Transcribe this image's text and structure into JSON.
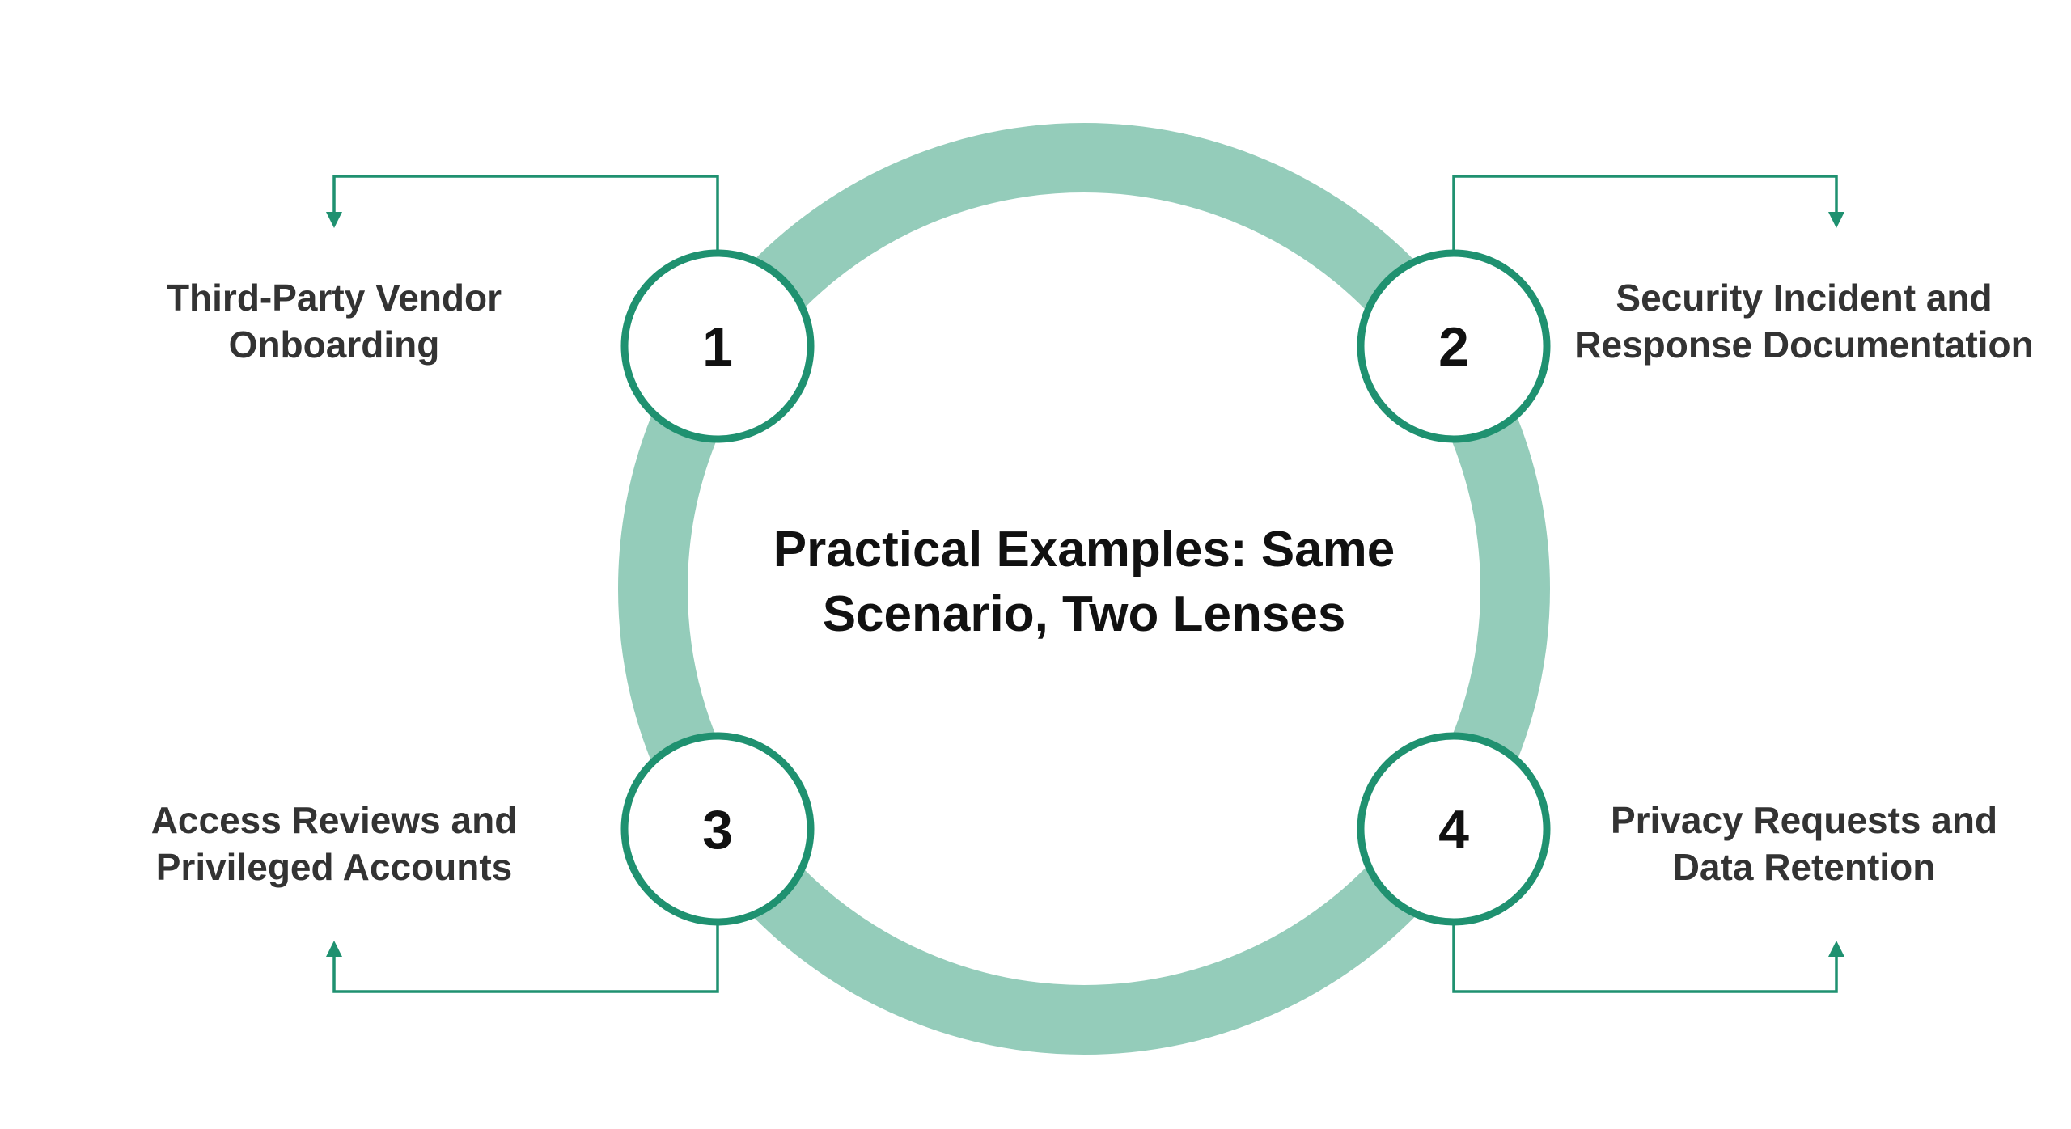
{
  "title": {
    "line1": "Practical Examples: Same",
    "line2": "Scenario, Two Lenses"
  },
  "colors": {
    "ring": "#94ccba",
    "accent": "#1f9170",
    "node_fill": "#ffffff",
    "text_dark": "#111111",
    "text_label": "#333333"
  },
  "steps": [
    {
      "number": "1",
      "line1": "Third-Party Vendor",
      "line2": "Onboarding"
    },
    {
      "number": "2",
      "line1": "Security Incident and",
      "line2": "Response Documentation"
    },
    {
      "number": "3",
      "line1": "Access Reviews and",
      "line2": "Privileged Accounts"
    },
    {
      "number": "4",
      "line1": "Privacy Requests and",
      "line2": "Data Retention"
    }
  ]
}
